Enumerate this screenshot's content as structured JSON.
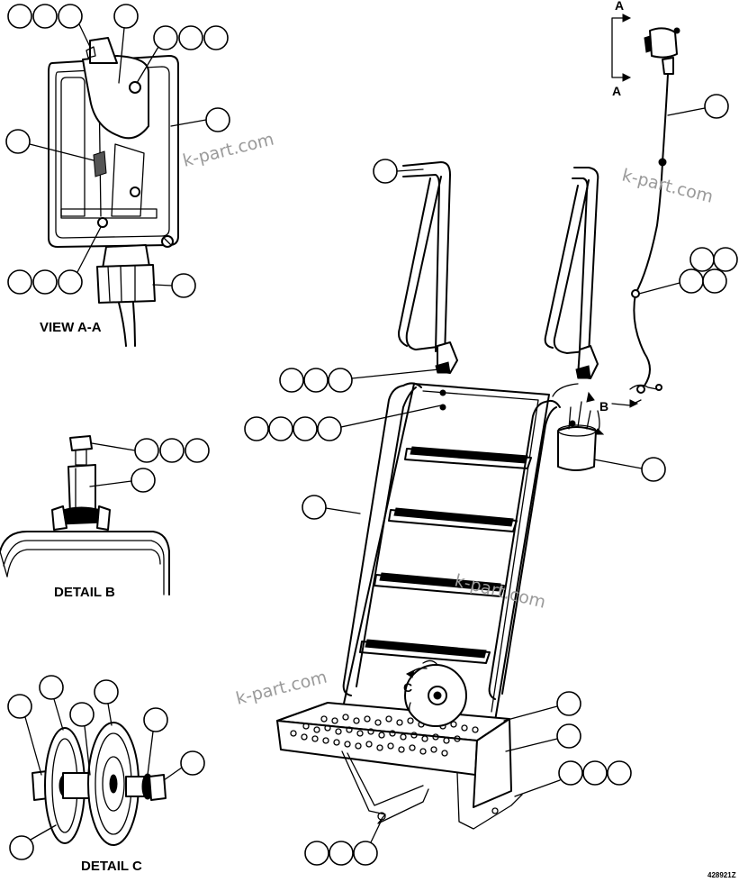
{
  "labels": {
    "view_aa": "VIEW A-A",
    "detail_b": "DETAIL B",
    "detail_c": "DETAIL C",
    "section_a_top": "A",
    "section_a_bottom": "A",
    "marker_b": "B",
    "marker_c": "C"
  },
  "watermarks": [
    "k-part.com",
    "k-part.com",
    "k-part.com",
    "k-part.com"
  ],
  "figure_number": "428921Z",
  "colors": {
    "line": "#000000",
    "watermark": "#9a9a9a",
    "background": "#ffffff"
  }
}
